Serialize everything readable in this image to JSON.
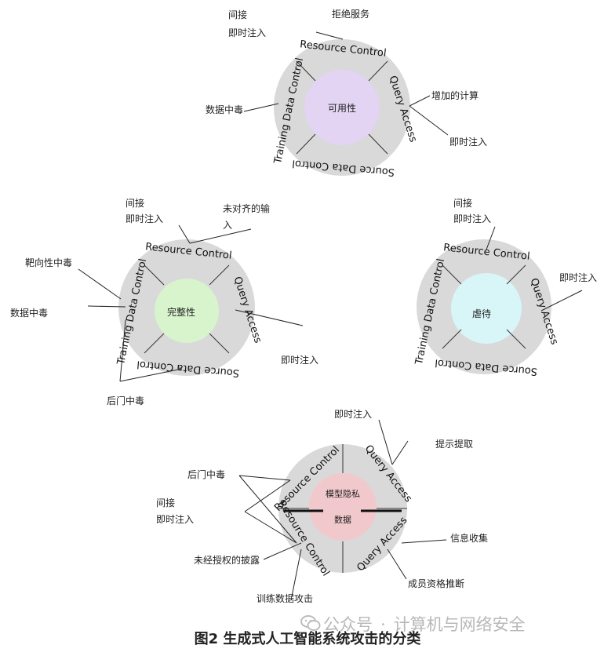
{
  "caption": "图2 生成式人工智能系统攻击的分类",
  "watermark": {
    "account": "公众号",
    "separator": "·",
    "name": "计算机与网络安全"
  },
  "icons": {
    "watermark": "wechat-icon"
  },
  "colors": {
    "ring": "#d9d9d9",
    "availability": "#e2d4f2",
    "integrity": "#d7f4cd",
    "abuse": "#d8f6f8",
    "privacy": "#f1c9cc"
  },
  "diagrams": {
    "availability": {
      "center": "可用性",
      "sectors": {
        "top": "Resource Control",
        "right": "Query Access",
        "bottom": "Source Data Control",
        "left": "Training Data Control"
      },
      "labels": {
        "indirect": "间接",
        "indirect_injection": "即时注入",
        "denial_of_service": "拒绝服务",
        "data_poisoning": "数据中毒",
        "increased_compute": "增加的计算",
        "prompt_injection": "即时注入"
      }
    },
    "integrity": {
      "center": "完整性",
      "sectors": {
        "top": "Resource Control",
        "right": "Query Access",
        "bottom": "Source Data Control",
        "left": "Training Data Control"
      },
      "labels": {
        "indirect": "间接",
        "indirect_injection": "即时注入",
        "misaligned_line1": "未对齐的输",
        "misaligned_line2": "入",
        "targeted_poisoning": "靶向性中毒",
        "data_poisoning": "数据中毒",
        "prompt_injection": "即时注入",
        "backdoor_poisoning": "后门中毒"
      }
    },
    "abuse": {
      "center": "虐待",
      "sectors": {
        "top": "Resource Control",
        "right": "Query Access",
        "bottom": "Source Data Control",
        "left": "Training Data Control"
      },
      "labels": {
        "indirect": "间接",
        "indirect_injection": "即时注入",
        "prompt_injection": "即时注入"
      }
    },
    "privacy": {
      "center_line1": "模型隐私",
      "center_line2": "数据",
      "sectors": {
        "top_left": "Resource Control",
        "top_right": "Query Access",
        "bottom_right": "Query Access",
        "bottom_left": "Resource Control"
      },
      "labels": {
        "prompt_injection": "即时注入",
        "prompt_extraction": "提示提取",
        "backdoor_poisoning": "后门中毒",
        "indirect": "间接",
        "indirect_injection": "即时注入",
        "info_gathering": "信息收集",
        "unauthorized_disclosure": "未经授权的披露",
        "membership_inference": "成员资格推断",
        "training_data_attack": "训练数据攻击"
      }
    }
  }
}
